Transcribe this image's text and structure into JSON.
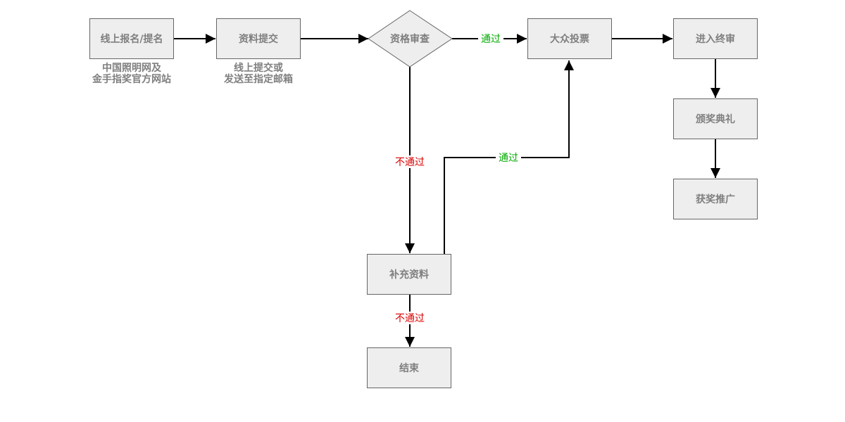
{
  "colors": {
    "box_fill": "#eeeeee",
    "box_border": "#666666",
    "node_text": "#7f7f7f",
    "pass_label": "#00aa00",
    "fail_label": "#dd0000",
    "connector": "#000000"
  },
  "nodes": {
    "online_signup": "线上报名/提名",
    "submit_materials": "资料提交",
    "qualification_review": "资格审查",
    "public_vote": "大众投票",
    "final_review": "进入终审",
    "award_ceremony": "颁奖典礼",
    "winner_promotion": "获奖推广",
    "supplement_materials": "补充资料",
    "end": "结束"
  },
  "notes": {
    "signup_line1": "中国照明网及",
    "signup_line2": "金手指奖官方网站",
    "submit_line1": "线上提交或",
    "submit_line2": "发送至指定邮箱"
  },
  "edge_labels": {
    "review_pass": "通过",
    "review_fail": "不通过",
    "supplement_pass": "通过",
    "supplement_fail": "不通过"
  }
}
